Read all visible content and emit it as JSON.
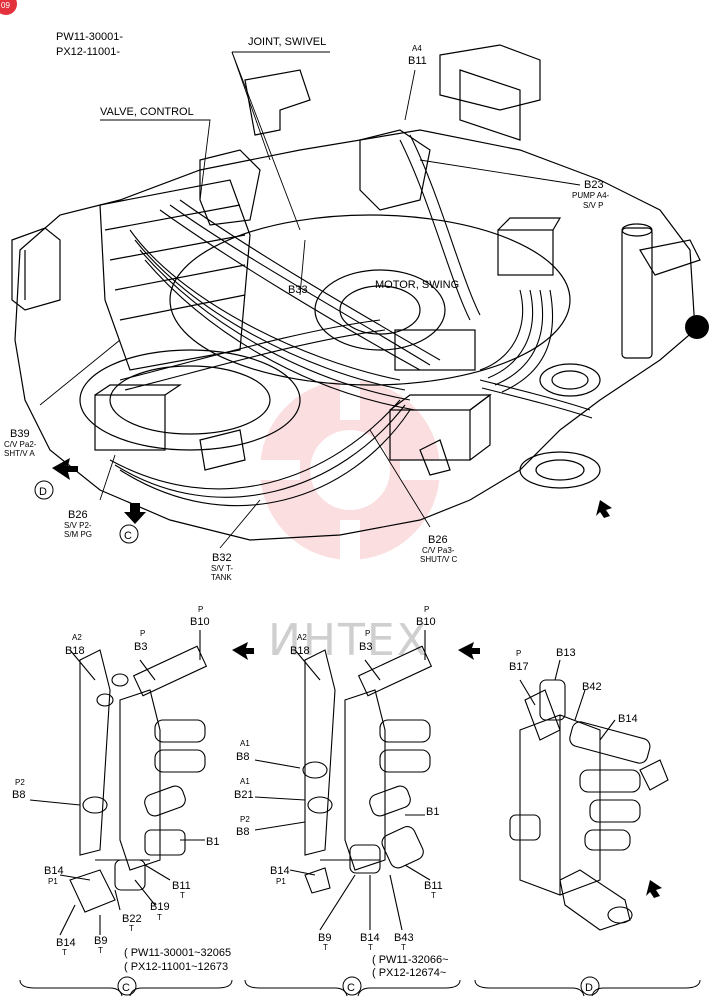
{
  "page_marker": "09",
  "models": [
    "PW11-30001-",
    "PX12-11001-"
  ],
  "callouts": {
    "joint_swivel": "JOINT, SWIVEL",
    "valve_control": "VALVE, CONTROL",
    "motor_swing": "MOTOR, SWING",
    "b11_top_sub": "A4",
    "b11_top": "B11",
    "b23": "B23",
    "b23_sub1": "PUMP A4-",
    "b23_sub2": "S/V P",
    "b33": "B33",
    "b39": "B39",
    "b39_sub1": "C/V Pa2-",
    "b39_sub2": "SHT/V A",
    "b26_left": "B26",
    "b26_left_sub1": "S/V P2-",
    "b26_left_sub2": "S/M PG",
    "b32": "B32",
    "b32_sub1": "S/V T-",
    "b32_sub2": "TANK",
    "b26_right": "B26",
    "b26_right_sub1": "C/V Pa3-",
    "b26_right_sub2": "SHUT/V C",
    "view_d": "D",
    "view_c": "C"
  },
  "watermark": "ИНТЕХ",
  "detail1": {
    "a2": "A2",
    "b18": "B18",
    "p1": "P",
    "b3": "B3",
    "p2": "P",
    "b10": "B10",
    "p2lbl": "P2",
    "b8": "B8",
    "b1": "B1",
    "b14": "B14",
    "p1sub": "P1",
    "b11": "B11",
    "t1": "T",
    "b19": "B19",
    "t2": "T",
    "b22": "B22",
    "t3": "T",
    "b14b": "B14",
    "t4": "T",
    "b9": "B9",
    "t5": "T",
    "range1": "( PW11-30001~32065",
    "range2": "( PX12-11001~12673",
    "view": "C"
  },
  "detail2": {
    "a2": "A2",
    "b18": "B18",
    "p1": "P",
    "b3": "B3",
    "p2": "P",
    "b10": "B10",
    "a1a": "A1",
    "b8a": "B8",
    "a1b": "A1",
    "b21": "B21",
    "p2lbl": "P2",
    "b8b": "B8",
    "b1": "B1",
    "b14": "B14",
    "p1sub": "P1",
    "b11": "B11",
    "t1": "T",
    "b9": "B9",
    "t2": "T",
    "b14b": "B14",
    "t3": "T",
    "b43": "B43",
    "t4": "T",
    "range1": "( PW11-32066~",
    "range2": "( PX12-12674~",
    "view": "C"
  },
  "detail3": {
    "p": "P",
    "b17": "B17",
    "b13": "B13",
    "b42": "B42",
    "b14": "B14",
    "view": "D"
  }
}
